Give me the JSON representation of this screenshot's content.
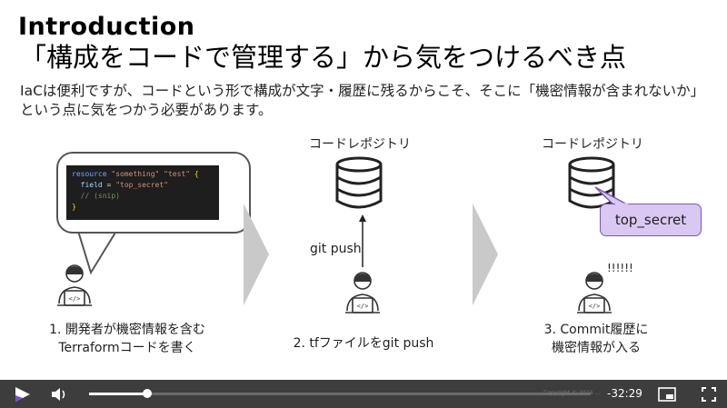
{
  "slide": {
    "title_line1": "Introduction",
    "title_line2": "「構成をコードで管理する」から気をつけるべき点",
    "description": "IaCは便利ですが、コードという形で構成が文字・履歴に残るからこそ、そこに「機密情報が含まれないか」という点に気をつかう必要があります。",
    "code": {
      "line1_kw": "resource",
      "line1_s1": "\"something\"",
      "line1_s2": "\"test\"",
      "line1_brace": "{",
      "line2_field": "field",
      "line2_eq": " = ",
      "line2_val": "\"top_secret\"",
      "line3_comment": "// (snip)",
      "line4_brace": "}"
    },
    "step1_line1": "1. 開発者が機密情報を含む",
    "step1_line2": "Terraformコードを書く",
    "repo_label_1": "コードレポジトリ",
    "git_push": "git push",
    "step2": "2. tfファイルをgit push",
    "repo_label_2": "コードレポジトリ",
    "secret_label": "top_secret",
    "exclaim": "!!!!!!",
    "step3_line1": "3. Commit履歴に",
    "step3_line2": "機密情報が入る"
  },
  "player": {
    "time_remaining": "-32:29",
    "progress_fraction": 0.116,
    "watermark": "Copyright © 2024 ..."
  }
}
